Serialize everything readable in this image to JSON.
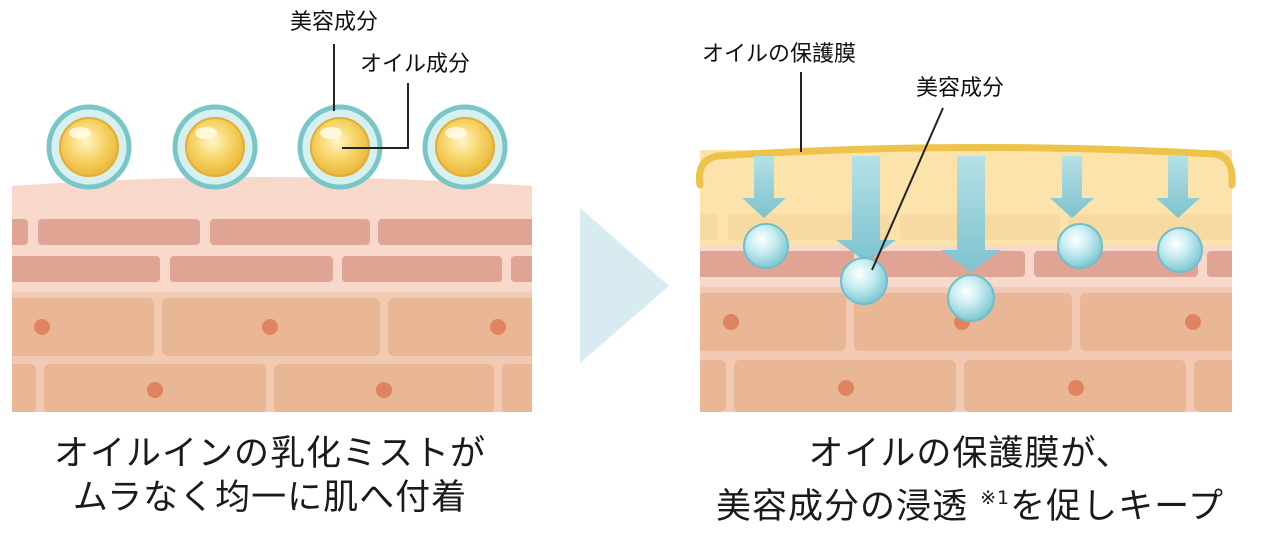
{
  "left_panel": {
    "label_beauty": "美容成分",
    "label_oil": "オイル成分",
    "caption_line1": "オイルインの乳化ミストが",
    "caption_line2": "ムラなく均一に肌へ付着"
  },
  "right_panel": {
    "label_film": "オイルの保護膜",
    "label_beauty": "美容成分",
    "caption_line1": "オイルの保護膜が、",
    "caption_line2_a": "美容成分の浸透 ",
    "caption_note": "※1",
    "caption_line2_b": "を促しキープ"
  },
  "colors": {
    "skin_top": "#f9d8cc",
    "brick_top": "#e0a495",
    "skin_bottom": "#f2c9b3",
    "brick_bottom": "#e9b796",
    "cell_dot": "#de8560",
    "droplet_ring": "#79c6c8",
    "droplet_core": "#f3c957",
    "oil_film": "#fbe5a4",
    "oil_film_edge": "#edc349",
    "arrow": "#8ccbd4",
    "beauty_drop": "#a6dde4",
    "transition_arrow": "#d8ebf0"
  }
}
